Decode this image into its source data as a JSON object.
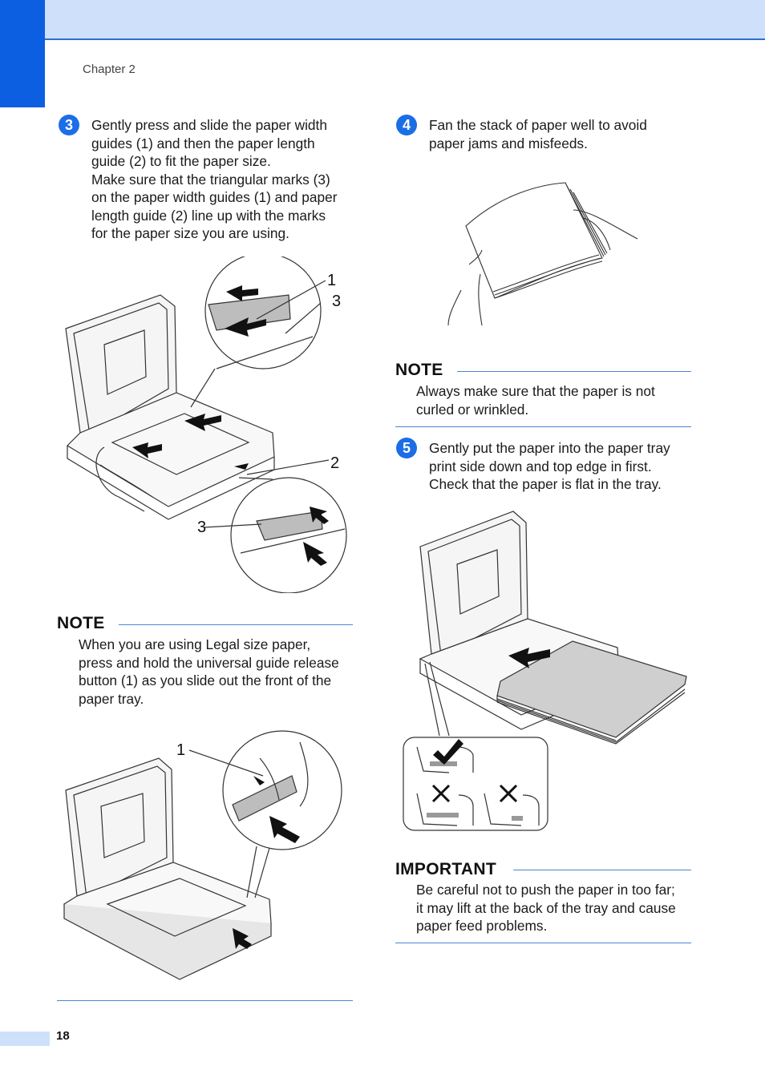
{
  "header": {
    "chapter_label": "Chapter 2"
  },
  "step3": {
    "number": "3",
    "text_line1": "Gently press and slide the paper width",
    "text_line2": "guides (1) and then the paper length",
    "text_line3": "guide (2) to fit the paper size.",
    "text_line4": "Make sure that the triangular marks (3)",
    "text_line5": "on the paper width guides (1) and paper",
    "text_line6": "length guide (2) line up with the marks",
    "text_line7": "for the paper size you are using.",
    "callouts": [
      "1",
      "3",
      "2",
      "3"
    ]
  },
  "note1": {
    "title": "NOTE",
    "line1": "When you are using Legal size paper,",
    "line2": "press and hold the universal guide release",
    "line3": "button (1) as you slide out the front of the",
    "line4": "paper tray.",
    "callout": "1"
  },
  "step4": {
    "number": "4",
    "text_line1": "Fan the stack of paper well to avoid",
    "text_line2": "paper jams and misfeeds."
  },
  "note2": {
    "title": "NOTE",
    "line1": "Always make sure that the paper is not",
    "line2": "curled or wrinkled."
  },
  "step5": {
    "number": "5",
    "text_line1": "Gently put the paper into the paper tray",
    "text_line2": "print side down and top edge in first.",
    "text_line3": "Check that the paper is flat in the tray."
  },
  "important": {
    "title": "IMPORTANT",
    "line1": "Be careful not to push the paper in too far;",
    "line2": "it may lift at the back of the tray and cause",
    "line3": "paper feed problems."
  },
  "footer": {
    "page_number": "18"
  }
}
